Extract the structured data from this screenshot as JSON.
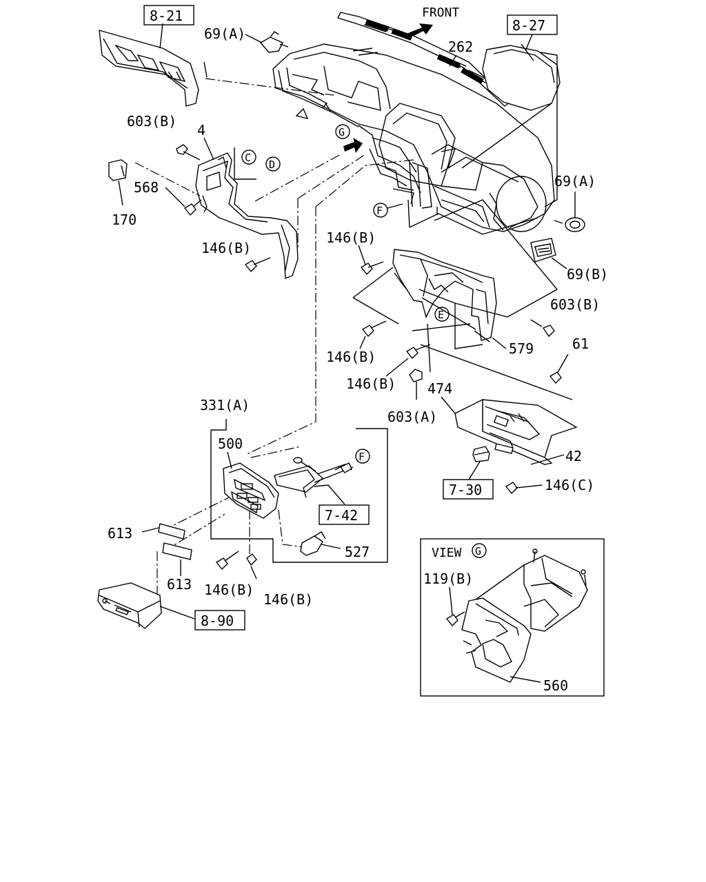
{
  "labels": {
    "front": "FRONT",
    "ref_8_21": "8-21",
    "ref_8_27": "8-27",
    "ref_7_30": "7-30",
    "ref_7_42": "7-42",
    "ref_8_90": "8-90",
    "p69a_top": "69(A)",
    "p262": "262",
    "p603b_left": "603(B)",
    "p4": "4",
    "p568": "568",
    "p170": "170",
    "p146b_left": "146(B)",
    "p69a_right": "69(A)",
    "p69b": "69(B)",
    "p146b_mid": "146(B)",
    "p603b_right": "603(B)",
    "p579": "579",
    "p146b_mid2": "146(B)",
    "p146b_mid3": "146(B)",
    "p603a": "603(A)",
    "p61": "61",
    "p474": "474",
    "p42": "42",
    "p146c": "146(C)",
    "p331a": "331(A)",
    "p500": "500",
    "p613_a": "613",
    "p613_b": "613",
    "p527": "527",
    "p146b_low1": "146(B)",
    "p146b_low2": "146(B)",
    "view": "VIEW",
    "p119b": "119(B)",
    "p560": "560"
  },
  "callouts": {
    "c": "C",
    "d": "D",
    "g": "G",
    "f": "F",
    "e": "E",
    "f2": "F",
    "g2": "G"
  }
}
